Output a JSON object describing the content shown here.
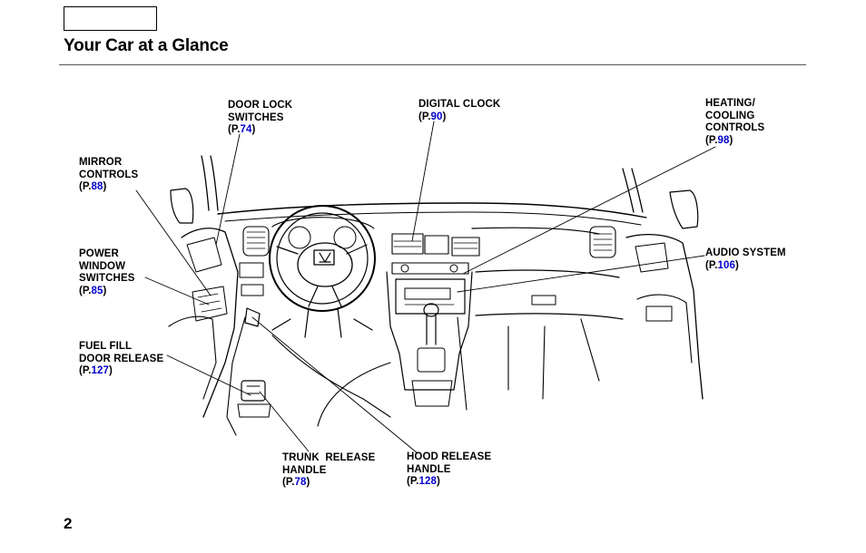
{
  "header": {
    "title": "Your Car at a Glance"
  },
  "page_number": "2",
  "callouts": {
    "door_lock": {
      "lines": [
        "DOOR LOCK",
        "SWITCHES"
      ],
      "pre": "(P.",
      "ref": "74",
      "post": ")"
    },
    "digital_clock": {
      "lines": [
        "DIGITAL CLOCK"
      ],
      "pre": "(P.",
      "ref": "90",
      "post": ")"
    },
    "heating": {
      "lines": [
        "HEATING/",
        "COOLING",
        "CONTROLS"
      ],
      "pre": "(P.",
      "ref": "98",
      "post": ")"
    },
    "mirror": {
      "lines": [
        "MIRROR",
        "CONTROLS"
      ],
      "pre": "(P.",
      "ref": "88",
      "post": ")"
    },
    "power_window": {
      "lines": [
        "POWER",
        "WINDOW",
        "SWITCHES"
      ],
      "pre": "(P.",
      "ref": "85",
      "post": ")"
    },
    "audio": {
      "lines": [
        "AUDIO SYSTEM"
      ],
      "pre": "(P.",
      "ref": "106",
      "post": ")"
    },
    "fuel_fill": {
      "lines": [
        "FUEL FILL",
        "DOOR RELEASE"
      ],
      "pre": "(P.",
      "ref": "127",
      "post": ")"
    },
    "trunk": {
      "lines": [
        "TRUNK  RELEASE",
        "HANDLE"
      ],
      "pre": "(P.",
      "ref": "78",
      "post": ")"
    },
    "hood": {
      "lines": [
        "HOOD RELEASE",
        "HANDLE"
      ],
      "pre": "(P.",
      "ref": "128",
      "post": ")"
    }
  },
  "colors": {
    "link": "#0000cc",
    "text": "#000000"
  }
}
